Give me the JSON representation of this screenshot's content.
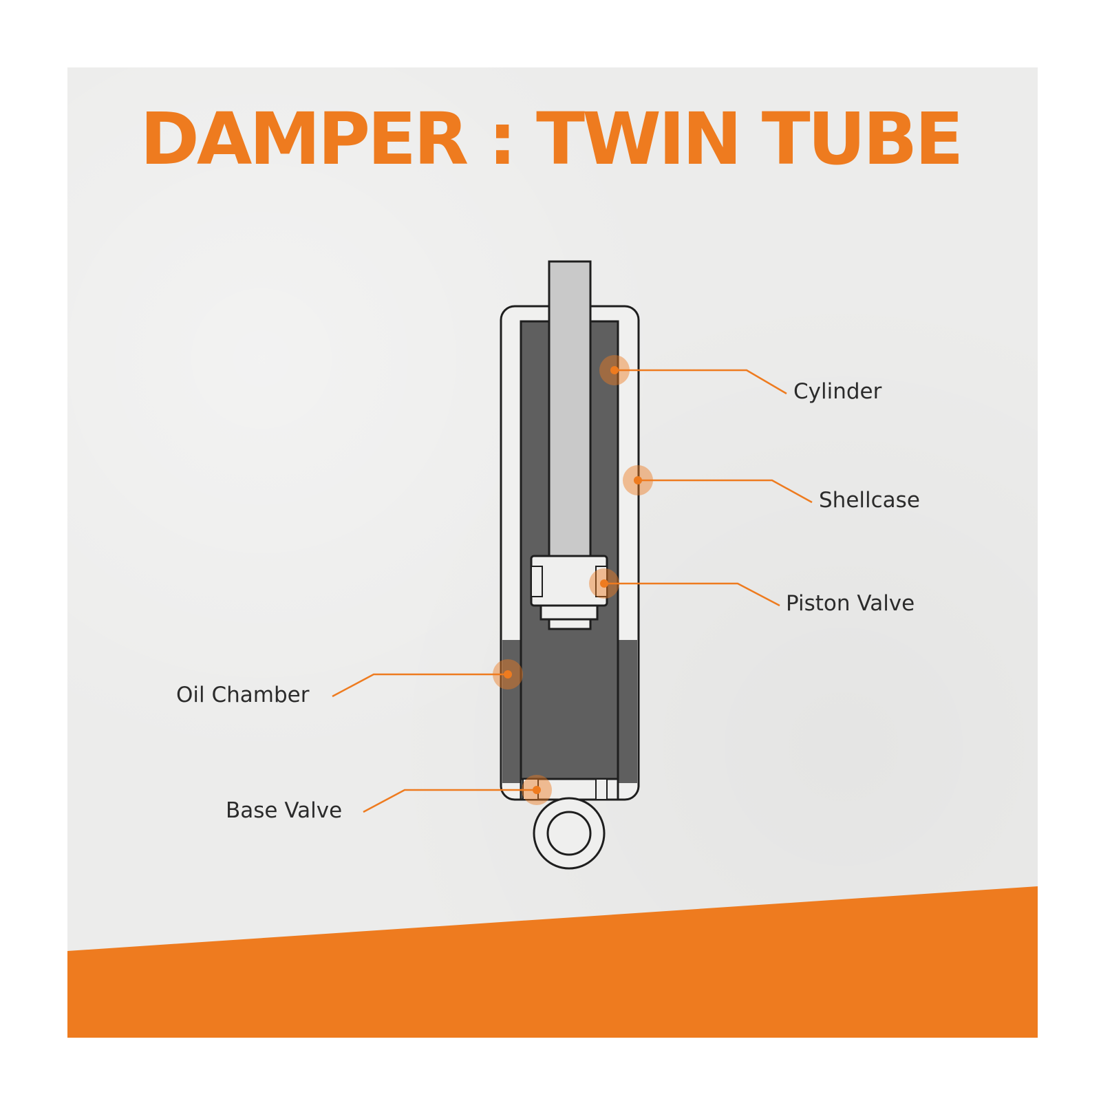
{
  "title": "DAMPER : TWIN TUBE",
  "colors": {
    "accent": "#ee7b1f",
    "background": "#ececeb",
    "oil": "#5f5f5f",
    "rod": "#c9c9c9",
    "outline": "#1e1e1e"
  },
  "labels": {
    "cylinder": "Cylinder",
    "shellcase": "Shellcase",
    "piston_valve": "Piston Valve",
    "oil_chamber": "Oil Chamber",
    "base_valve": "Base Valve"
  }
}
